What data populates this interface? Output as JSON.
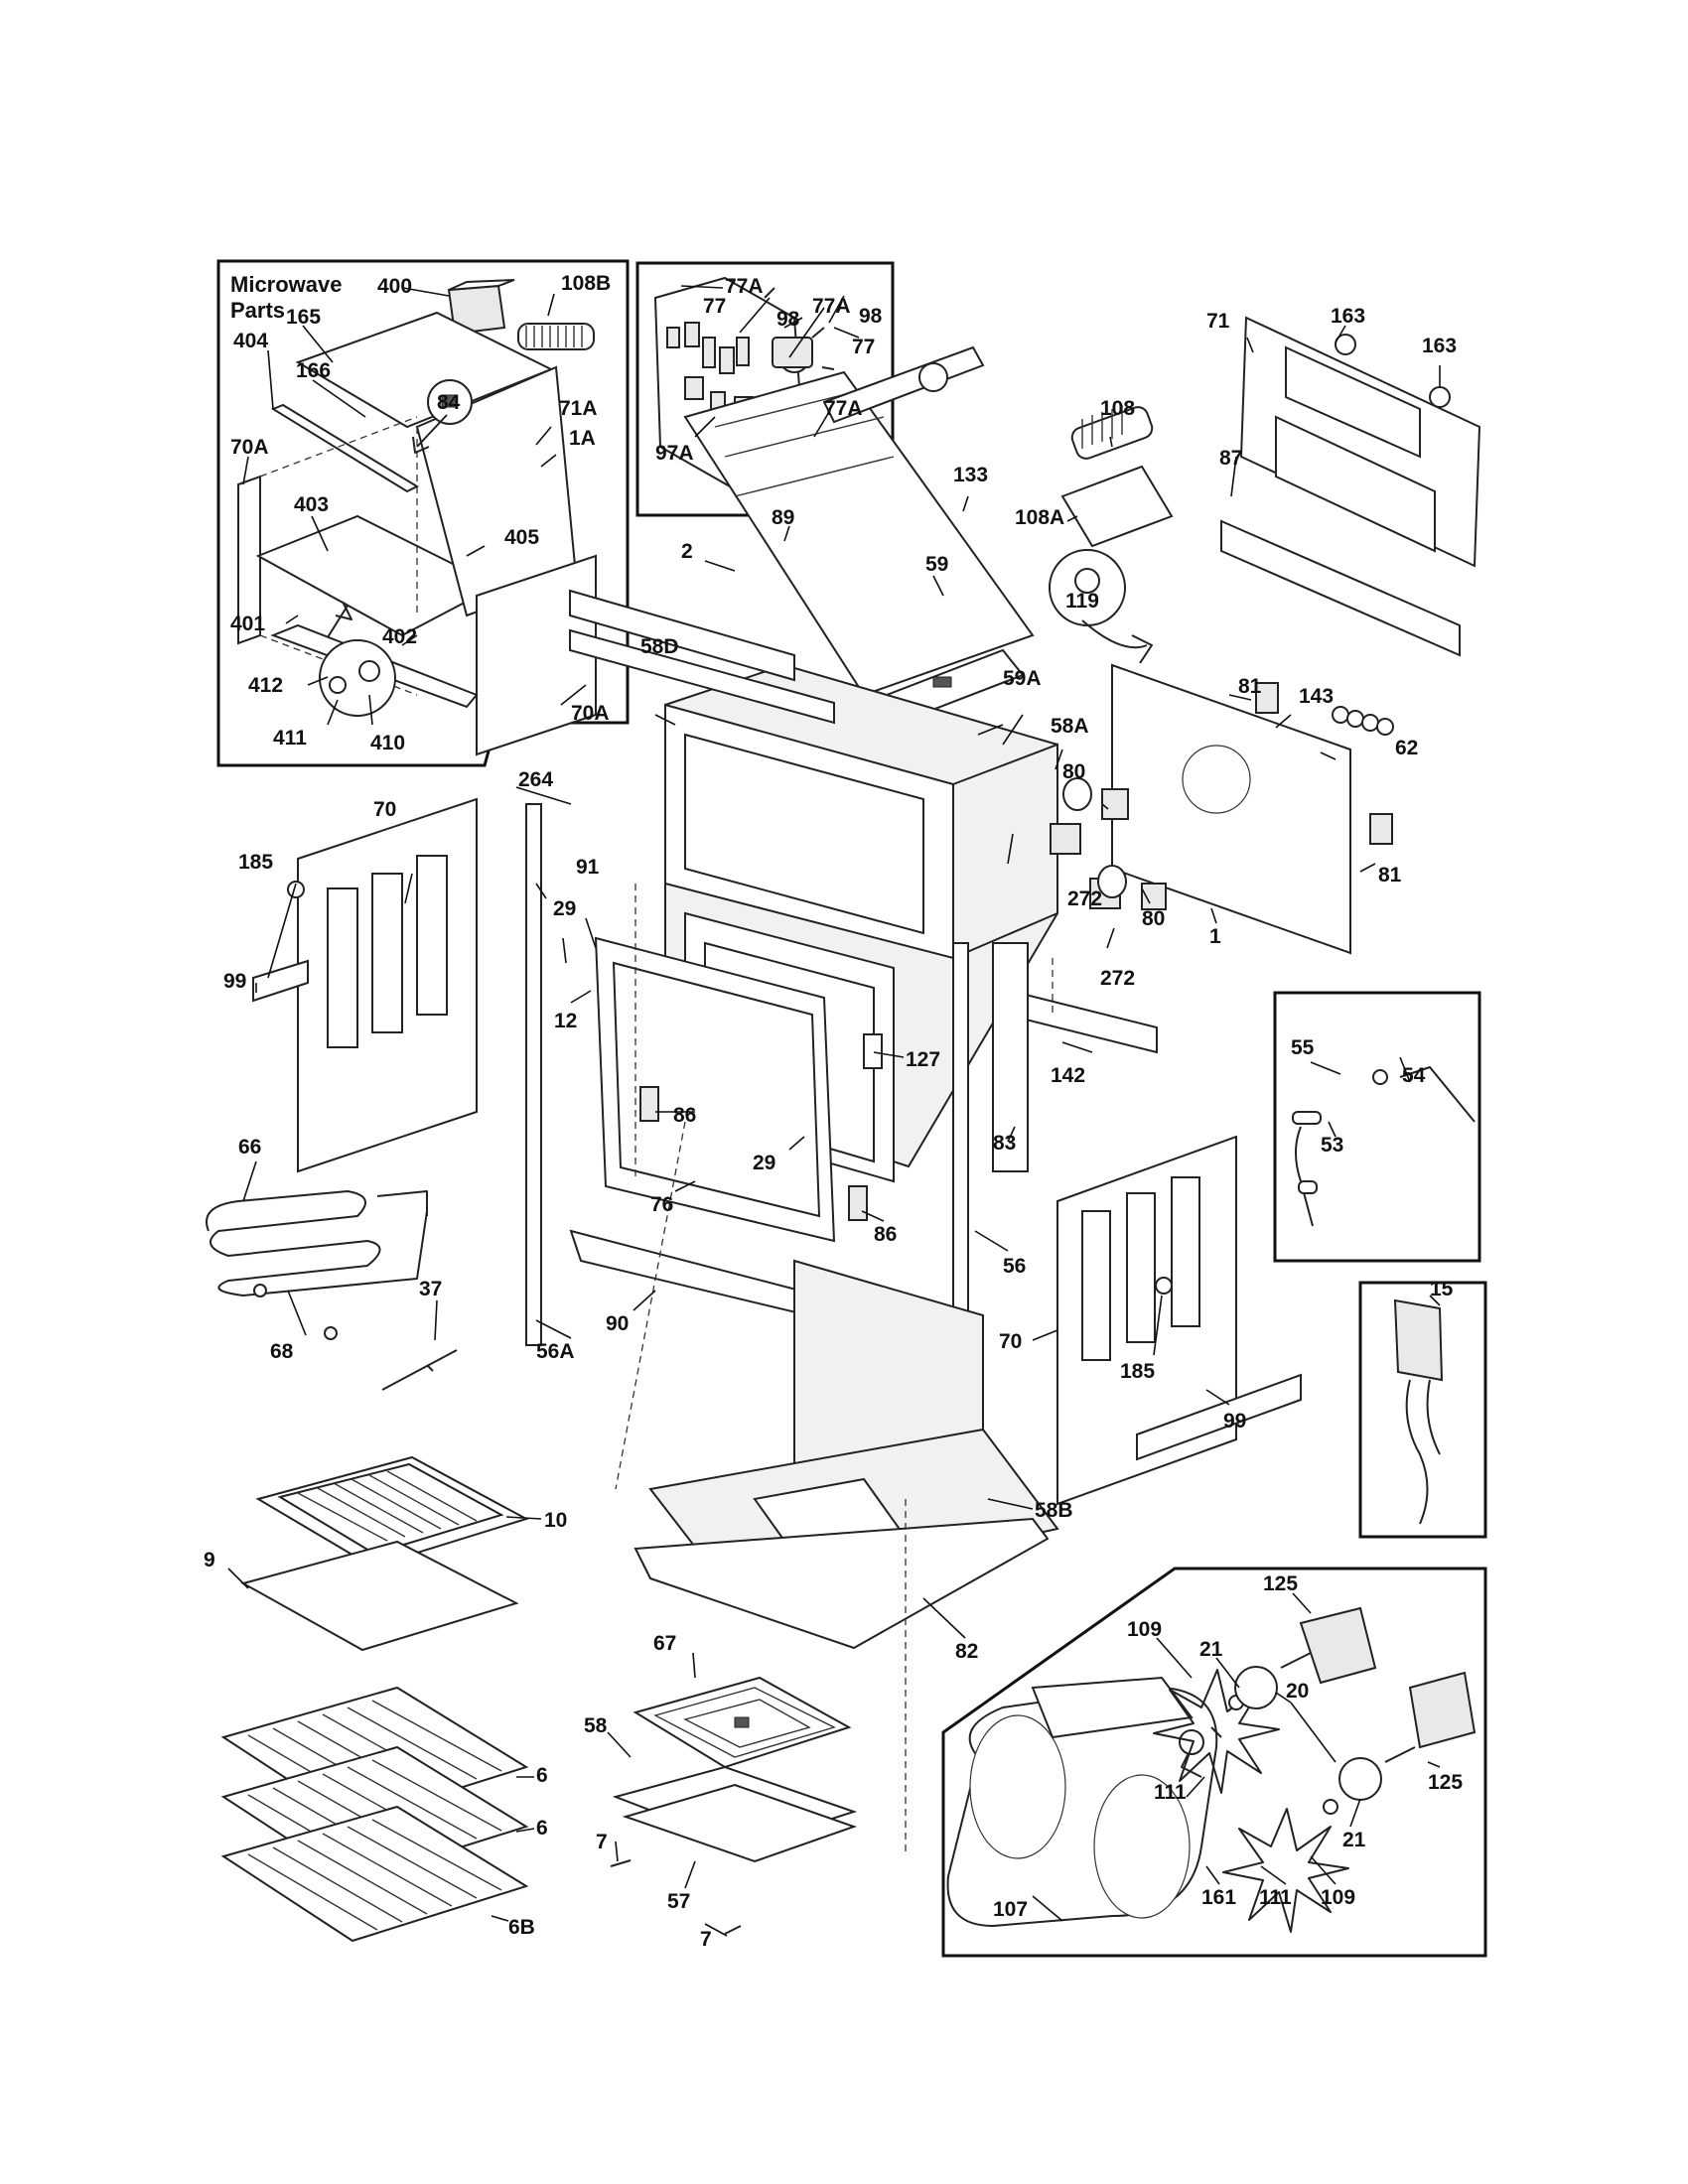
{
  "insets": {
    "microwave_title_line1": "Microwave",
    "microwave_title_line2": "Parts"
  },
  "labels": {
    "p400": "400",
    "p108B": "108B",
    "p165": "165",
    "p404": "404",
    "p166": "166",
    "p71A": "71A",
    "p1A": "1A",
    "p70A_top": "70A",
    "p403": "403",
    "p84": "84",
    "p405": "405",
    "p401": "401",
    "p402": "402",
    "p412": "412",
    "p411": "411",
    "p410": "410",
    "p70A_bottom": "70A",
    "p77A_a": "77A",
    "p77_a": "77",
    "p98_a": "98",
    "p77A_b": "77A",
    "p98_b": "98",
    "p77_b": "77",
    "p77A_c": "77A",
    "p97A": "97A",
    "p163_a": "163",
    "p163_b": "163",
    "p71": "71",
    "p87": "87",
    "p108": "108",
    "p108A": "108A",
    "p133": "133",
    "p89": "89",
    "p2": "2",
    "p59": "59",
    "p119": "119",
    "p58D": "58D",
    "p59A": "59A",
    "p58A": "58A",
    "p81_a": "81",
    "p143": "143",
    "p62": "62",
    "p80_a": "80",
    "p81_b": "81",
    "p264": "264",
    "p272_a": "272",
    "p70_left": "70",
    "p185_left": "185",
    "p91": "91",
    "p80_b": "80",
    "p1": "1",
    "p29_a": "29",
    "p272_b": "272",
    "p99_left": "99",
    "p12": "12",
    "p127": "127",
    "p142": "142",
    "p55": "55",
    "p54": "54",
    "p53": "53",
    "p86_a": "86",
    "p29_b": "29",
    "p83": "83",
    "p66": "66",
    "p76": "76",
    "p86_b": "86",
    "p56": "56",
    "p37": "37",
    "p90": "90",
    "p68": "68",
    "p56A": "56A",
    "p70_right": "70",
    "p185_right": "185",
    "p99_right": "99",
    "p15": "15",
    "p10": "10",
    "p9": "9",
    "p58B": "58B",
    "p82": "82",
    "p67": "67",
    "p125_a": "125",
    "p109_a": "109",
    "p21_a": "21",
    "p20": "20",
    "p58": "58",
    "p6_a": "6",
    "p6_b": "6",
    "p111_a": "111",
    "p21_b": "21",
    "p125_b": "125",
    "p7_a": "7",
    "p161": "161",
    "p111_b": "111",
    "p109_b": "109",
    "p57": "57",
    "p6B": "6B",
    "p107": "107",
    "p7_b": "7"
  }
}
